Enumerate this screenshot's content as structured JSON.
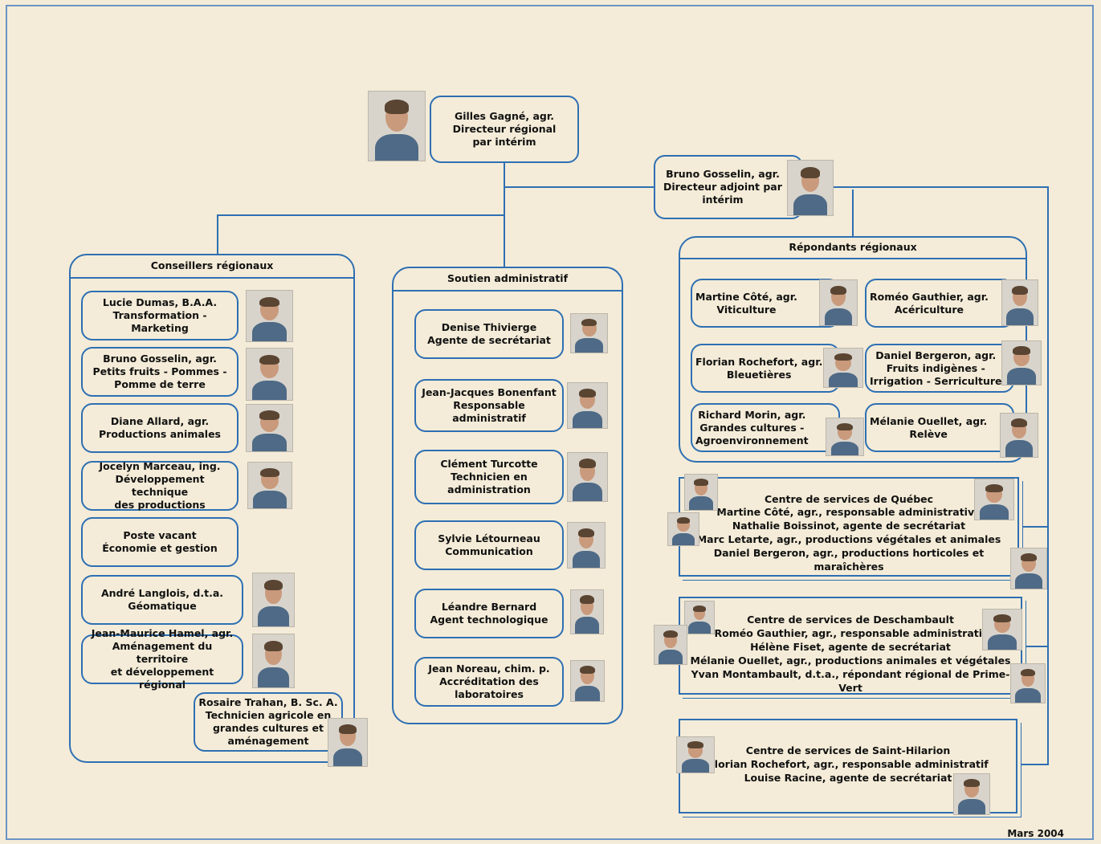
{
  "director": {
    "text": "Gilles Gagné, agr.\nDirecteur régional\npar intérim"
  },
  "deputy": {
    "text": "Bruno Gosselin, agr.\nDirecteur adjoint par\nintérim"
  },
  "groups": {
    "conseillers": {
      "title": "Conseillers régionaux"
    },
    "soutien": {
      "title": "Soutien administratif"
    },
    "repondants": {
      "title": "Répondants régionaux"
    }
  },
  "conseillers": [
    "Lucie Dumas, B.A.A.\nTransformation - Marketing",
    "Bruno Gosselin, agr.\nPetits fruits - Pommes -\nPomme de terre",
    "Diane Allard, agr.\nProductions animales",
    "Jocelyn Marceau, ing.\nDéveloppement technique\ndes productions",
    "Poste vacant\nÉconomie et gestion",
    "André Langlois, d.t.a.\nGéomatique",
    "Jean-Maurice Hamel, agr.\nAménagement du territoire\net développement régional",
    "Rosaire Trahan, B. Sc. A.\nTechnicien agricole en\ngrandes cultures et\naménagement"
  ],
  "soutien": [
    "Denise Thivierge\nAgente de secrétariat",
    "Jean-Jacques Bonenfant\nResponsable administratif",
    "Clément Turcotte\nTechnicien en\nadministration",
    "Sylvie Létourneau\nCommunication",
    "Léandre Bernard\nAgent technologique",
    "Jean Noreau, chim. p.\nAccréditation des\nlaboratoires"
  ],
  "repondants": [
    "Martine Côté, agr.\nViticulture",
    "Roméo Gauthier, agr.\nAcériculture",
    "Florian Rochefort, agr.\nBleuetières",
    "Daniel Bergeron, agr.\nFruits indigènes -\nIrrigation - Serriculture",
    "Richard Morin, agr.\nGrandes cultures -\nAgroenvironnement",
    "Mélanie Ouellet, agr.\nRelève"
  ],
  "centres": {
    "quebec": {
      "title": "Centre de services de Québec",
      "lines": [
        "Martine Côté, agr., responsable administrative",
        "Nathalie Boissinot, agente de secrétariat",
        "Marc Letarte, agr., productions végétales et animales",
        "Daniel Bergeron, agr., productions horticoles et maraîchères"
      ]
    },
    "deschambault": {
      "title": "Centre de services de Deschambault",
      "lines": [
        "Roméo Gauthier, agr., responsable administratif",
        "Hélène Fiset, agente de secrétariat",
        "Mélanie Ouellet, agr., productions animales et végétales",
        "Yvan Montambault, d.t.a., répondant régional de Prime-Vert"
      ]
    },
    "sainthilaire": {
      "title": "Centre de services de Saint-Hilarion",
      "lines": [
        "Florian Rochefort, agr., responsable administratif",
        "Louise Racine, agente de secrétariat"
      ]
    }
  },
  "date": "Mars 2004",
  "colors": {
    "line": "#2e6fb3",
    "background": "#f4ecd8"
  }
}
